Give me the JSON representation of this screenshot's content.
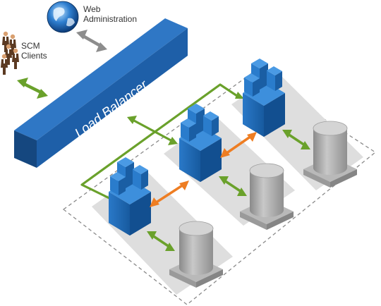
{
  "labels": {
    "scm_line1": "SCM",
    "scm_line2": "Clients",
    "web_line1": "Web",
    "web_line2": "Administration",
    "load_balancer": "Load Balancer"
  },
  "icons": {
    "clients": "people-group-icon",
    "web": "globe-icon",
    "server": "server-cluster-icon",
    "database": "database-cylinder-icon"
  },
  "colors": {
    "balancer_blue": "#1e5fa8",
    "server_blue": "#1f6ab5",
    "green_arrow": "#6aa12b",
    "orange_arrow": "#ee7d22",
    "gray_arrow": "#8d8d8d",
    "db_gray": "#a9a9a9",
    "pad_gray": "#dedede"
  }
}
